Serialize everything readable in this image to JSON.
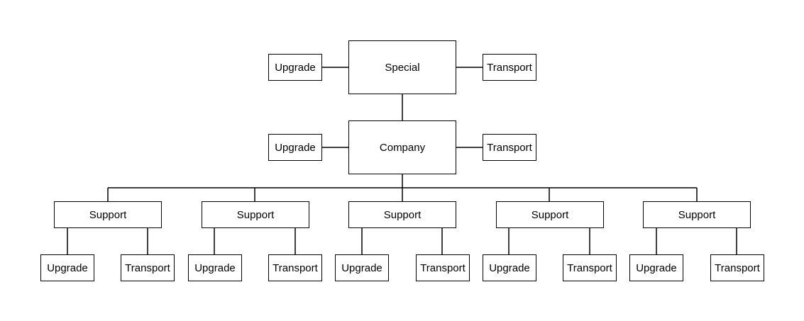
{
  "diagram": {
    "top": {
      "label": "Special",
      "left": "Upgrade",
      "right": "Transport"
    },
    "middle": {
      "label": "Company",
      "left": "Upgrade",
      "right": "Transport"
    },
    "units": [
      {
        "label": "Support",
        "left": "Upgrade",
        "right": "Transport"
      },
      {
        "label": "Support",
        "left": "Upgrade",
        "right": "Transport"
      },
      {
        "label": "Support",
        "left": "Upgrade",
        "right": "Transport"
      },
      {
        "label": "Support",
        "left": "Upgrade",
        "right": "Transport"
      },
      {
        "label": "Support",
        "left": "Upgrade",
        "right": "Transport"
      }
    ]
  }
}
